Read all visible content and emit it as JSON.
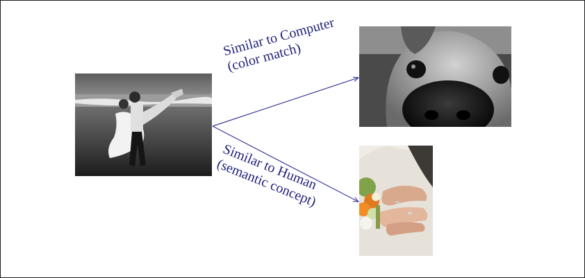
{
  "diagram": {
    "caption_computer": {
      "line1": "Similar to Computer",
      "line2": "(color match)"
    },
    "caption_human": {
      "line1": "Similar to Human",
      "line2": "(semantic concept)"
    },
    "colors": {
      "caption_text": "#1f1f7a",
      "arrow": "#3a3a9a",
      "frame_border": "#1a1a1a"
    },
    "images": {
      "query": "grayscale wedding couple on beach",
      "computer_match": "grayscale dog nose close-up",
      "human_match": "wedding hands with bouquet"
    }
  }
}
